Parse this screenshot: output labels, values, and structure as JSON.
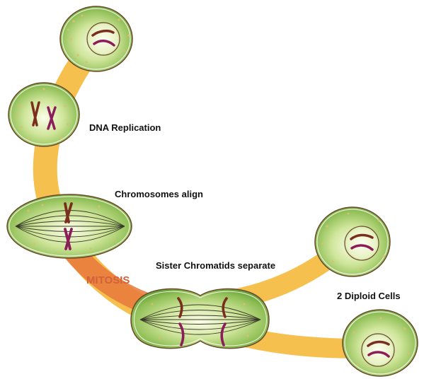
{
  "labels": {
    "dna_replication": "DNA Replication",
    "chromosomes_align": "Chromosomes align",
    "sister_chromatids_separate": "Sister Chromatids separate",
    "mitosis": "MITOSIS",
    "diploid_cells": "2 Diploid Cells"
  },
  "colors": {
    "arc": "#f6c04f",
    "mitosis_band": "#e8783a",
    "mitosis_text": "#d2603a",
    "cell_fill_outer": "#78b040",
    "cell_fill_inner": "#fbfde8",
    "cell_border": "#6a4a2a",
    "nucleus_fill": "#f1f6d6",
    "chromosome_dark": "#7a2f1e",
    "chromosome_purple": "#8b1d5a"
  }
}
